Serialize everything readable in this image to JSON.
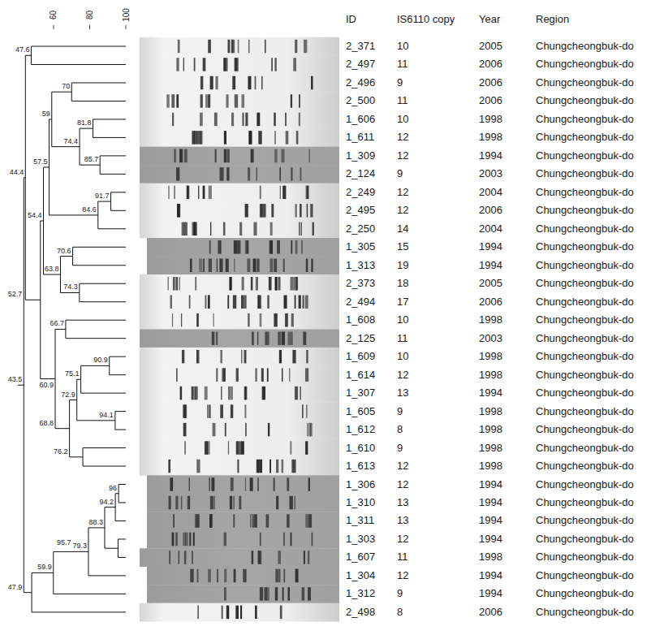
{
  "diagram": {
    "labels": [
      "ID",
      "IS6110 copy",
      "Year",
      "Region",
      "60",
      "80",
      "100",
      "47.6",
      "44.4",
      "43.5",
      "70",
      "59",
      "81.8",
      "74.4",
      "85.7",
      "57.5",
      "91.7",
      "84.6",
      "54.4",
      "70.6",
      "63.8",
      "74.3",
      "52.7",
      "66.7",
      "60.9",
      "90.9",
      "75.1",
      "72.9",
      "94.1",
      "68.8",
      "76.2",
      "96",
      "94.2",
      "88.3",
      "95.7",
      "79.3",
      "59.9",
      "47.9",
      "2_371",
      "10",
      "2005",
      "Chungcheongbuk-do",
      "2_497",
      "11",
      "2006",
      "Chungcheongbuk-do",
      "2_496",
      "9",
      "2006",
      "Chungcheongbuk-do",
      "2_500",
      "11",
      "2006",
      "Chungcheongbuk-do",
      "1_606",
      "10",
      "1998",
      "Chungcheongbuk-do",
      "1_611",
      "12",
      "1998",
      "Chungcheongbuk-do",
      "1_309",
      "12",
      "1994",
      "Chungcheongbuk-do",
      "2_124",
      "9",
      "2003",
      "Chungcheongbuk-do",
      "2_249",
      "12",
      "2004",
      "Chungcheongbuk-do",
      "2_495",
      "12",
      "2006",
      "Chungcheongbuk-do",
      "2_250",
      "14",
      "2004",
      "Chungcheongbuk-do",
      "1_305",
      "15",
      "1994",
      "Chungcheongbuk-do",
      "1_313",
      "19",
      "1994",
      "Chungcheongbuk-do",
      "2_373",
      "18",
      "2005",
      "Chungcheongbuk-do",
      "2_494",
      "17",
      "2006",
      "Chungcheongbuk-do",
      "1_608",
      "10",
      "1998",
      "Chungcheongbuk-do",
      "2_125",
      "11",
      "2003",
      "Chungcheongbuk-do",
      "1_609",
      "10",
      "1998",
      "Chungcheongbuk-do",
      "1_614",
      "12",
      "1998",
      "Chungcheongbuk-do",
      "1_307",
      "13",
      "1994",
      "Chungcheongbuk-do",
      "1_605",
      "9",
      "1998",
      "Chungcheongbuk-do",
      "1_612",
      "8",
      "1998",
      "Chungcheongbuk-do",
      "1_610",
      "9",
      "1998",
      "Chungcheongbuk-do",
      "1_613",
      "12",
      "1998",
      "Chungcheongbuk-do",
      "1_306",
      "12",
      "1994",
      "Chungcheongbuk-do",
      "1_310",
      "13",
      "1994",
      "Chungcheongbuk-do",
      "1_311",
      "13",
      "1994",
      "Chungcheongbuk-do",
      "1_303",
      "12",
      "1994",
      "Chungcheongbuk-do",
      "1_607",
      "11",
      "1998",
      "Chungcheongbuk-do",
      "1_304",
      "12",
      "1994",
      "Chungcheongbuk-do",
      "1_312",
      "9",
      "1994",
      "Chungcheongbuk-do",
      "2_498",
      "8",
      "2006",
      "Chungcheongbuk-do"
    ]
  }
}
